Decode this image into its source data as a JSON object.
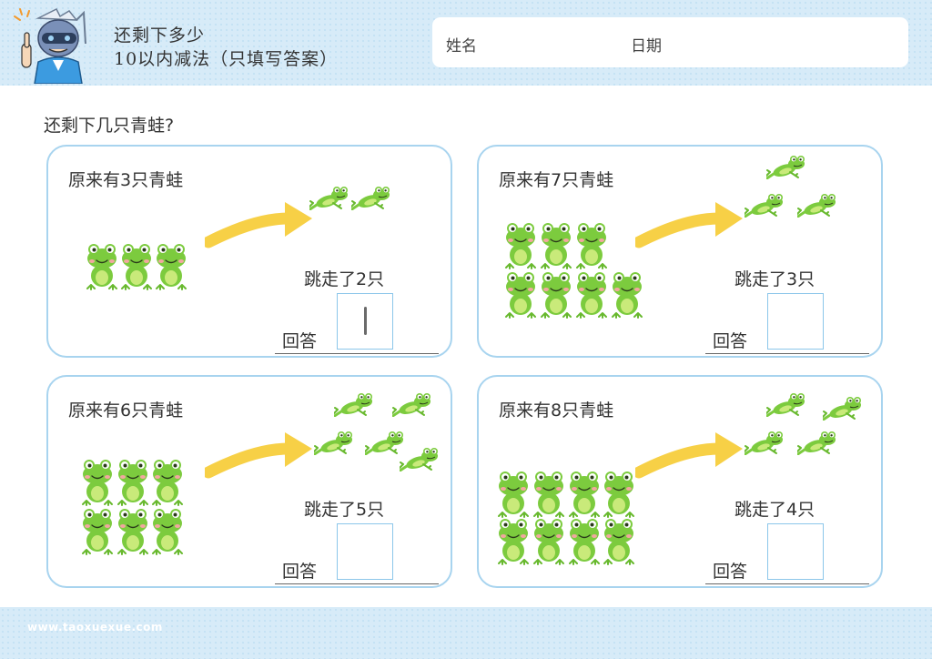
{
  "header": {
    "title_line1": "还剩下多少",
    "title_line2": "10以内减法（只填写答案）",
    "name_label": "姓名",
    "date_label": "日期"
  },
  "question": "还剩下几只青蛙?",
  "cards": [
    {
      "title": "原来有3只青蛙",
      "frogs_total": 3,
      "jumped_text": "跳走了2只",
      "jumped": 2,
      "answer_label": "回答",
      "answer_value": "1"
    },
    {
      "title": "原来有7只青蛙",
      "frogs_total": 7,
      "jumped_text": "跳走了3只",
      "jumped": 3,
      "answer_label": "回答",
      "answer_value": ""
    },
    {
      "title": "原来有6只青蛙",
      "frogs_total": 6,
      "jumped_text": "跳走了5只",
      "jumped": 5,
      "answer_label": "回答",
      "answer_value": ""
    },
    {
      "title": "原来有8只青蛙",
      "frogs_total": 8,
      "jumped_text": "跳走了4只",
      "jumped": 4,
      "answer_label": "回答",
      "answer_value": ""
    }
  ],
  "footer": {
    "website": "www.taoxuexue.com"
  },
  "colors": {
    "band": "#d7ebf8",
    "card_border": "#a8d4ef",
    "frog": "#7ccb3e",
    "arrow": "#f7d046"
  }
}
